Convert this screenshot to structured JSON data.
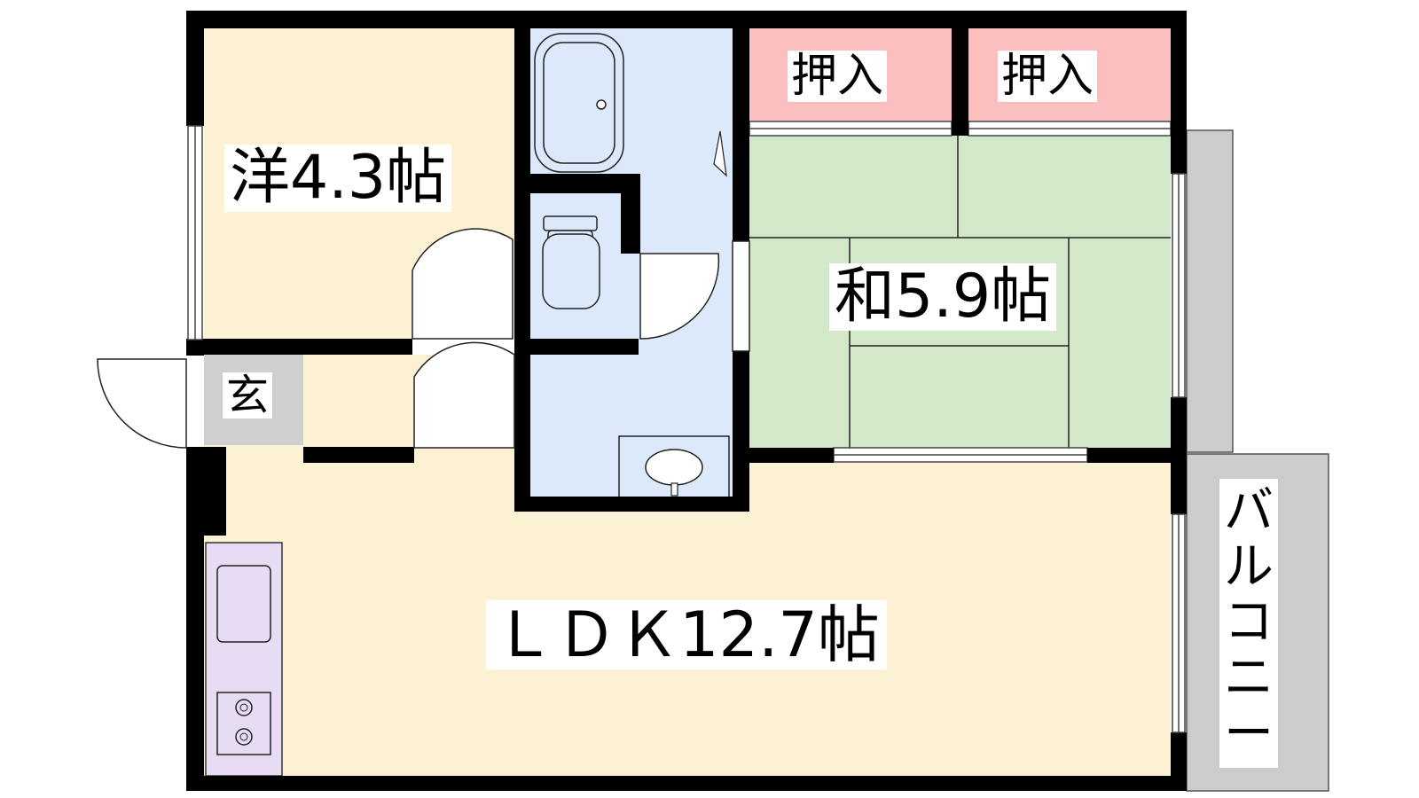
{
  "rooms": {
    "western": {
      "label": "洋4.3帖"
    },
    "japanese": {
      "label": "和5.9帖"
    },
    "ldk": {
      "label": "ＬＤＫ12.7帖"
    },
    "closet_1": {
      "label": "押入"
    },
    "closet_2": {
      "label": "押入"
    },
    "entrance": {
      "label": "玄"
    },
    "balcony": {
      "label": "バルコニー"
    }
  },
  "colors": {
    "wall": "#000000",
    "wood_floor": "#fdf1d4",
    "tatami": "#d3e8c9",
    "closet": "#fbbfbf",
    "wet_area": "#dce9fb",
    "kitchen": "#e8dcf5",
    "entrance": "#cfcfcf",
    "balcony": "#cccccc"
  }
}
